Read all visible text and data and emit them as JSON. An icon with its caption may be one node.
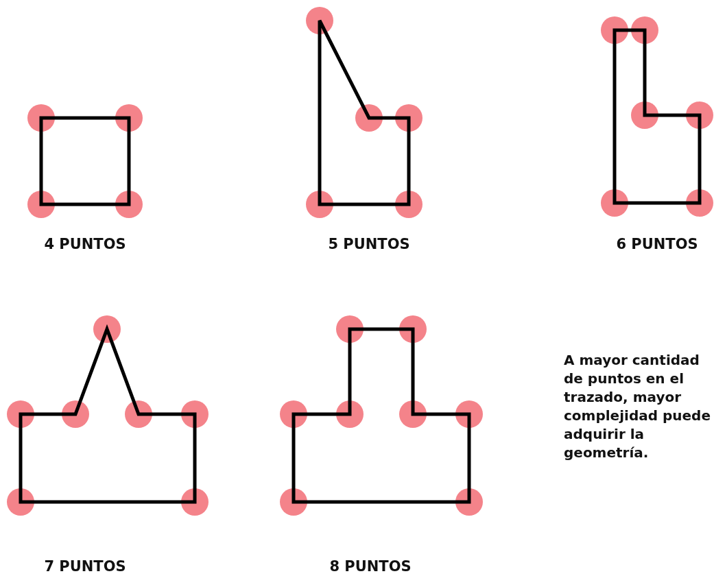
{
  "diagram": {
    "labels": [
      "4 PUNTOS",
      "5 PUNTOS",
      "6 PUNTOS",
      "7 PUNTOS",
      "8 PUNTOS",
      "A mayor cantidad de puntos en el trazado, mayor complejidad puede adquirir la geometría."
    ]
  }
}
